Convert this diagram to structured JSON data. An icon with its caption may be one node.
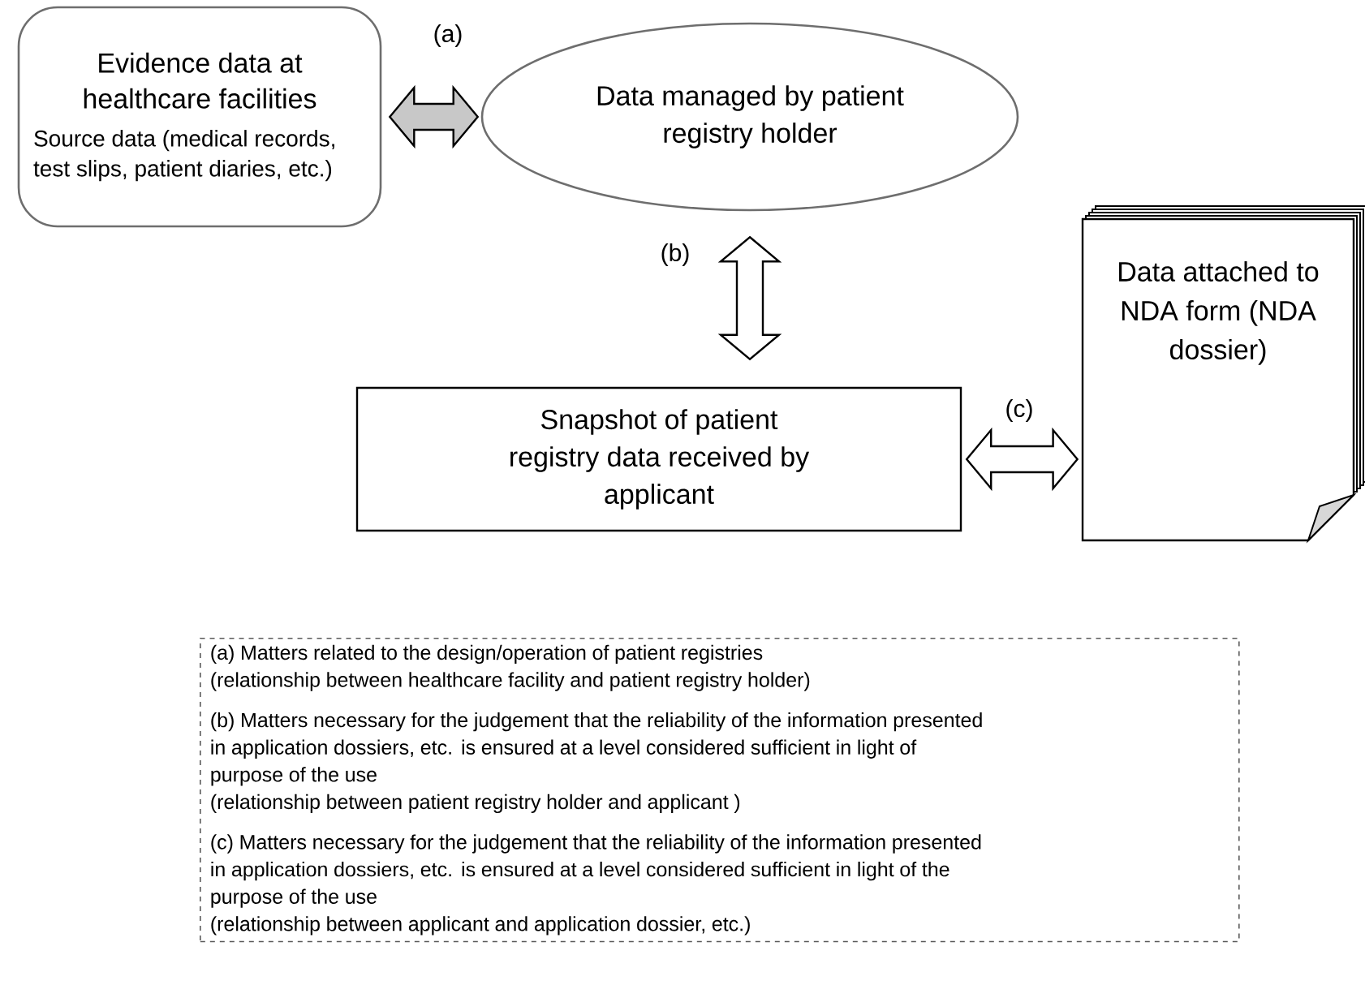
{
  "diagram": {
    "nodes": [
      {
        "text": [
          "Evidence data at healthcare facilities",
          "Source data (medical records, test slips, patient diaries, etc.)"
        ]
      },
      {
        "text": [
          "Data managed by patient registry holder"
        ]
      },
      {
        "text": [
          "Snapshot of patient registry data received by applicant"
        ]
      },
      {
        "text": [
          "Data attached to NDA form (NDA dossier)"
        ]
      },
      {
        "text": [
          "(a) Matters related to the design/operation of patient registries",
          "(relationship between healthcare facility and patient registry holder)",
          "(b) Matters necessary for the judgement that the reliability of the information presented in application dossiers, etc. is ensured at a level considered sufficient in light of purpose of the use",
          "(relationship between patient registry holder and applicant )",
          "(c) Matters necessary for the judgement that the reliability of the information presented in application dossiers, etc. is ensured at a level considered sufficient in light of the purpose of the use",
          "(relationship between applicant and application dossier, etc.)"
        ]
      }
    ],
    "edges": [
      {
        "from": 0,
        "to": 1,
        "arrow": "both",
        "label": "(a)",
        "color": "#c8c8c8"
      },
      {
        "from": 1,
        "to": 2,
        "arrow": "both",
        "label": "(b)"
      },
      {
        "from": 2,
        "to": 3,
        "arrow": "both",
        "label": "(c)"
      }
    ]
  }
}
